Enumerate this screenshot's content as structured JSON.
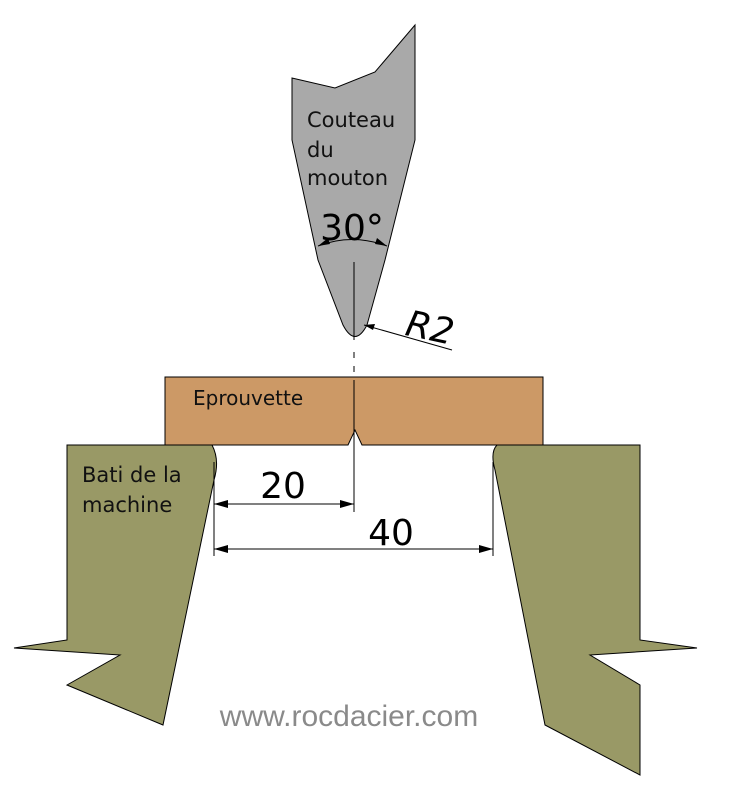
{
  "labels": {
    "knife_line1": "Couteau",
    "knife_line2": "du",
    "knife_line3": "mouton",
    "angle": "30°",
    "radius": "R2",
    "specimen": "Eprouvette",
    "frame_line1": "Bati de la",
    "frame_line2": "machine",
    "dim_half": "20",
    "dim_full": "40",
    "watermark": "www.rocdacier.com"
  },
  "colors": {
    "knife": "#a9a9a9",
    "specimen": "#cc9966",
    "frame": "#999966",
    "outline": "#000000",
    "watermark": "#8a8a8a"
  }
}
